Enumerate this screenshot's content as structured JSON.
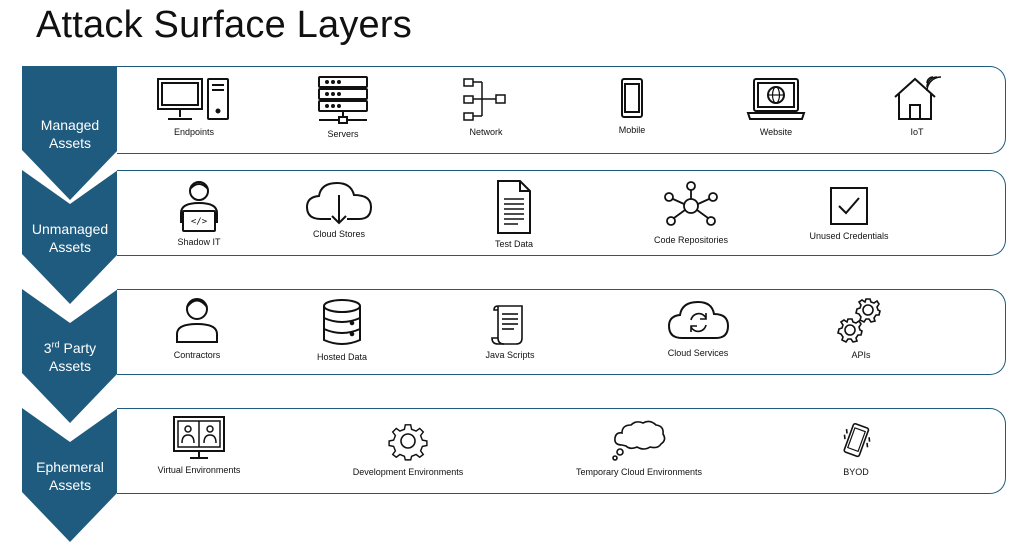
{
  "title": "Attack Surface Layers",
  "colors": {
    "chevron": "#1e5b7e",
    "panel_border": "#1e5b7e",
    "chevron_text": "#ffffff"
  },
  "layers": [
    {
      "label_line1": "Managed",
      "label_line2": "Assets",
      "items": [
        {
          "label": "Endpoints",
          "icon": "desktop-computer-icon"
        },
        {
          "label": "Servers",
          "icon": "server-rack-icon"
        },
        {
          "label": "Network",
          "icon": "network-tree-icon"
        },
        {
          "label": "Mobile",
          "icon": "mobile-phone-icon"
        },
        {
          "label": "Website",
          "icon": "laptop-globe-icon"
        },
        {
          "label": "IoT",
          "icon": "smart-home-icon"
        }
      ]
    },
    {
      "label_line1": "Unmanaged",
      "label_line2": "Assets",
      "items": [
        {
          "label": "Shadow IT",
          "icon": "person-laptop-icon"
        },
        {
          "label": "Cloud Stores",
          "icon": "cloud-download-icon"
        },
        {
          "label": "Test Data",
          "icon": "document-icon"
        },
        {
          "label": "Code Repositories",
          "icon": "hub-nodes-icon"
        },
        {
          "label": "Unused Credentials",
          "icon": "checkbox-icon"
        }
      ]
    },
    {
      "label_pre": "3",
      "label_sup": "rd",
      "label_line1": " Party",
      "label_line2": "Assets",
      "items": [
        {
          "label": "Contractors",
          "icon": "person-icon"
        },
        {
          "label": "Hosted Data",
          "icon": "database-icon"
        },
        {
          "label": "Java Scripts",
          "icon": "script-scroll-icon"
        },
        {
          "label": "Cloud Services",
          "icon": "cloud-sync-icon"
        },
        {
          "label": "APIs",
          "icon": "gears-icon"
        }
      ]
    },
    {
      "label_line1": "Ephemeral",
      "label_line2": "Assets",
      "items": [
        {
          "label": "Virtual Environments",
          "icon": "video-conference-icon"
        },
        {
          "label": "Development Environments",
          "icon": "gear-icon"
        },
        {
          "label": "Temporary Cloud  Environments",
          "icon": "thought-cloud-icon"
        },
        {
          "label": "BYOD",
          "icon": "vibrating-phone-icon"
        }
      ]
    }
  ]
}
